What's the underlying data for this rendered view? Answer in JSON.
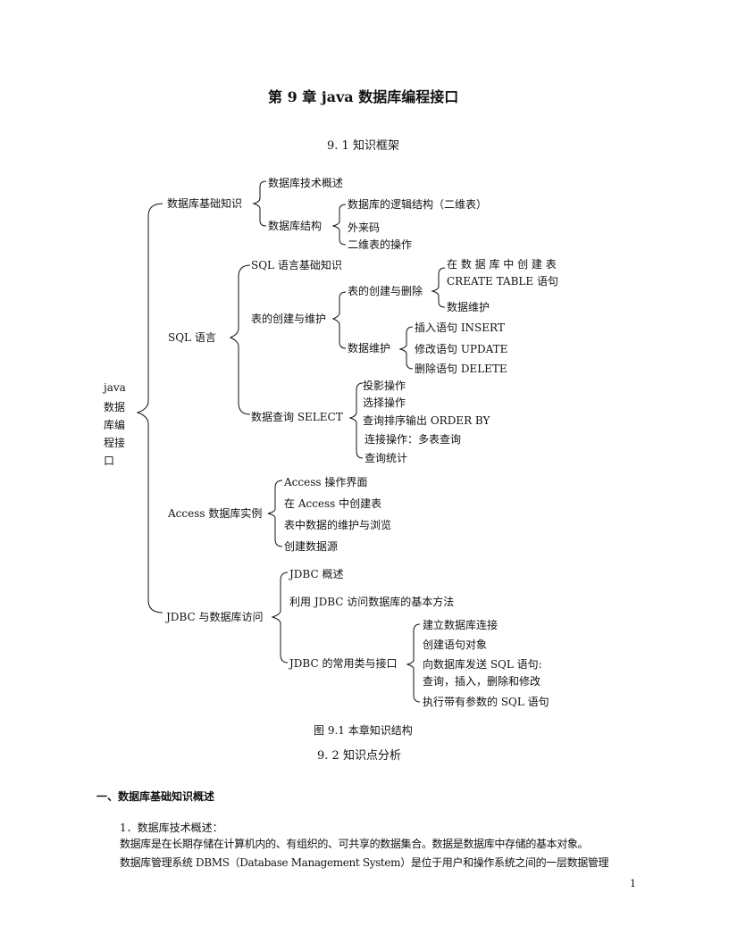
{
  "title": "第 9 章  java 数据库编程接口",
  "section_9_1": "9. 1 知识框架",
  "root": [
    "java",
    "数据",
    "库编",
    "程接",
    "口"
  ],
  "kb": {
    "label": "数据库基础知识",
    "tech": "数据库技术概述",
    "struct": "数据库结构",
    "logic": "数据库的逻辑结构（二维表）",
    "fk": "外来码",
    "ops": "二维表的操作"
  },
  "sql": {
    "label": "SQL 语言",
    "basic": "SQL 语言基础知识",
    "create_maint": "表的创建与维护",
    "create_del": "表的创建与删除",
    "create_in_db": "在 数 据 库 中 创 建 表",
    "create_table": "CREATE TABLE 语句",
    "data_maint_a": "数据维护",
    "data_maint_b": "数据维护",
    "insert": "插入语句 INSERT",
    "update": "修改语句 UPDATE",
    "delete": "删除语句 DELETE",
    "select": "数据查询 SELECT",
    "projection": "投影操作",
    "selection": "选择操作",
    "order_by": "查询排序输出 ORDER BY",
    "join": "连接操作：多表查询",
    "stats": "查询统计"
  },
  "access": {
    "label": "Access 数据库实例",
    "ui": "Access 操作界面",
    "create": "在 Access 中创建表",
    "maintain": "表中数据的维护与浏览",
    "datasource": "创建数据源"
  },
  "jdbc": {
    "label": "JDBC 与数据库访问",
    "overview": "JDBC 概述",
    "method": "利用 JDBC 访问数据库的基本方法",
    "classes": "JDBC 的常用类与接口",
    "connect": "建立数据库连接",
    "statement": "创建语句对象",
    "send_sql": "向数据库发送 SQL 语句:",
    "send_sql_2": "查询，插入，删除和修改",
    "param_sql": "执行带有参数的 SQL 语句"
  },
  "figure_caption": "图  9.1 本章知识结构",
  "section_9_2": "9. 2  知识点分析",
  "heading_1": "一、数据库基础知识概述",
  "item_1": "1．数据库技术概述：",
  "para_1": "数据库是在长期存储在计算机内的、有组织的、可共享的数据集合。数据是数据库中存储的基本对象。",
  "para_2": "数据库管理系统 DBMS（Database  Management  System）是位于用户和操作系统之间的一层数据管理",
  "page_number": "1"
}
